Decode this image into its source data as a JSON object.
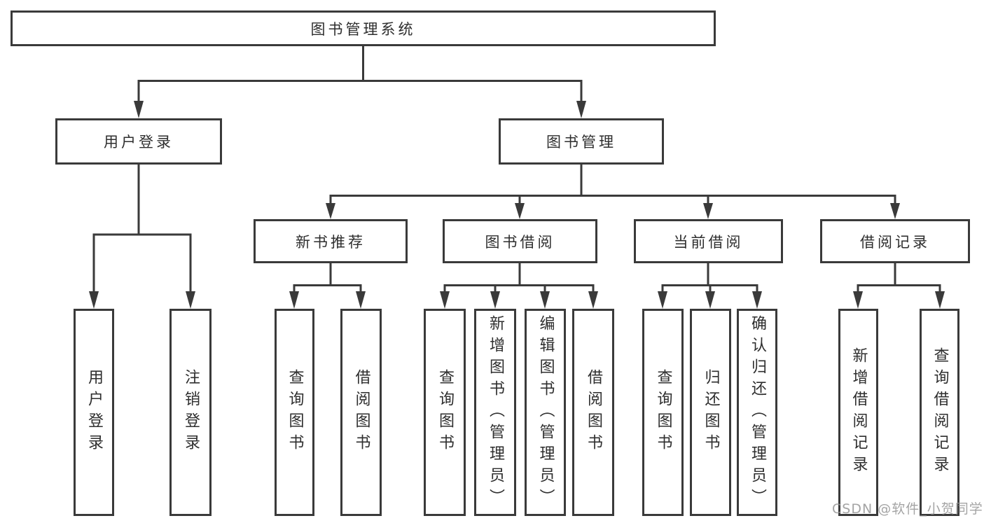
{
  "diagram_type": "hierarchy-tree",
  "tree": {
    "label": "图书管理系统",
    "children": [
      {
        "label": "用户登录",
        "children": [
          {
            "label": "用户登录"
          },
          {
            "label": "注销登录"
          }
        ]
      },
      {
        "label": "图书管理",
        "children": [
          {
            "label": "新书推荐",
            "children": [
              {
                "label": "查询图书"
              },
              {
                "label": "借阅图书"
              }
            ]
          },
          {
            "label": "图书借阅",
            "children": [
              {
                "label": "查询图书"
              },
              {
                "label": "新增图书（管理员）"
              },
              {
                "label": "编辑图书（管理员）"
              },
              {
                "label": "借阅图书"
              }
            ]
          },
          {
            "label": "当前借阅",
            "children": [
              {
                "label": "查询图书"
              },
              {
                "label": "归还图书"
              },
              {
                "label": "确认归还（管理员）"
              }
            ]
          },
          {
            "label": "借阅记录",
            "children": [
              {
                "label": "新增借阅记录"
              },
              {
                "label": "查询借阅记录"
              }
            ]
          }
        ]
      }
    ]
  },
  "watermark": {
    "text": "CSDN @软件_小贺同学"
  },
  "colors": {
    "background": "#ffffff",
    "line": "#3a3a3a",
    "box_border": "#3a3a3a",
    "text": "#2e2e2e",
    "watermark": "#949494"
  }
}
